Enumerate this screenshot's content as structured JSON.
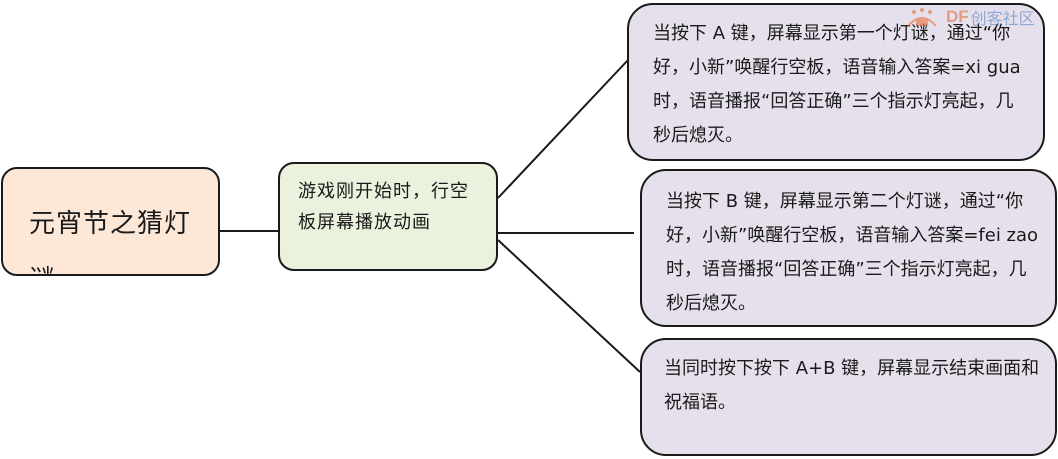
{
  "root": {
    "label": "元宵节之猜灯谜"
  },
  "start": {
    "label": "游戏刚开始时，行空板屏幕播放动画"
  },
  "branches": [
    {
      "label": "当按下 A 键，屏幕显示第一个灯谜，通过“你好，小新”唤醒行空板，语音输入答案=xi gua 时，语音播报“回答正确”三个指示灯亮起，几秒后熄灭。"
    },
    {
      "label": "当按下 B 键，屏幕显示第二个灯谜，通过“你好，小新”唤醒行空板，语音输入答案=fei zao 时，语音播报“回答正确”三个指示灯亮起，几秒后熄灭。"
    },
    {
      "label": "当同时按下按下 A+B 键，屏幕显示结束画面和祝福语。"
    }
  ],
  "watermark": {
    "brand": "DF",
    "text": "创客社区"
  },
  "colors": {
    "root_fill": "#fde8d8",
    "start_fill": "#eaf1dd",
    "branch_fill": "#e6e0ec",
    "stroke": "#1a1a1a",
    "watermark_brand": "#e8632b",
    "watermark_text": "#4a7fc1"
  }
}
